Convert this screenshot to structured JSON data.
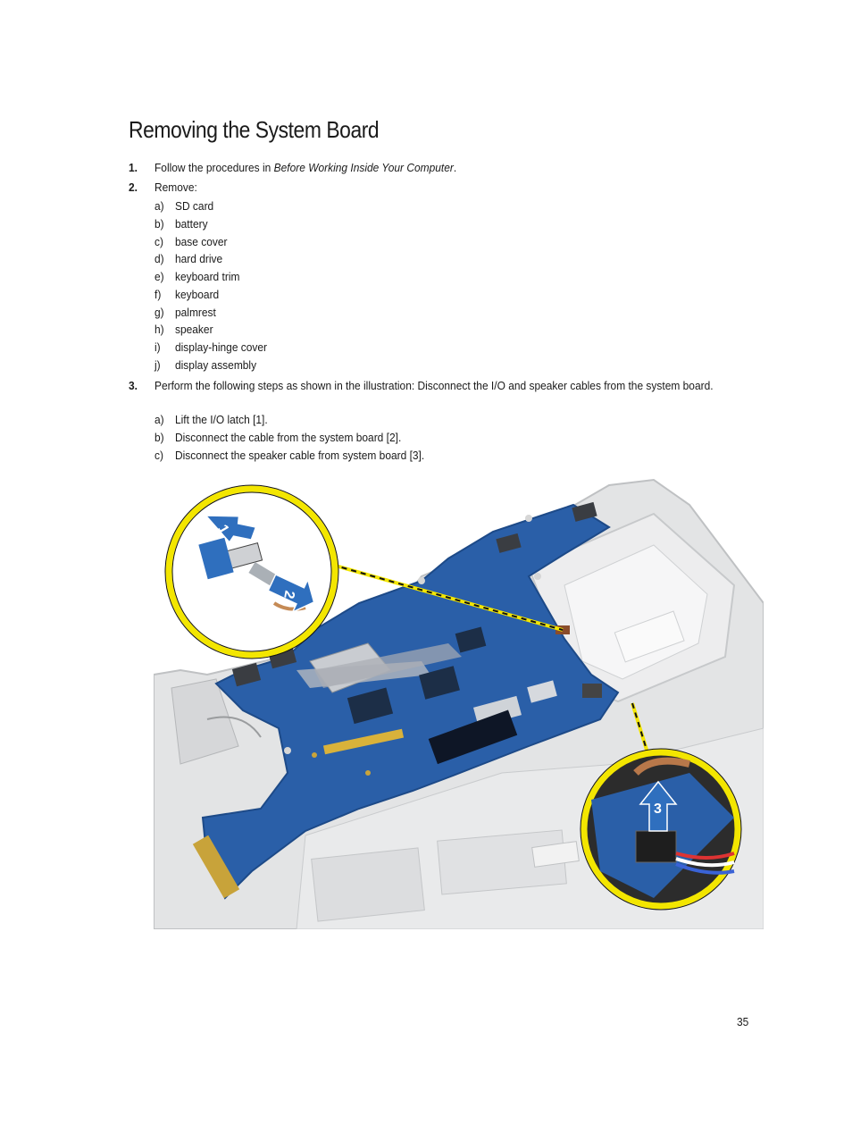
{
  "title": "Removing the System Board",
  "steps": [
    {
      "num": "1.",
      "pre": "Follow the procedures in ",
      "link": "Before Working Inside Your Computer",
      "post": "."
    },
    {
      "num": "2.",
      "text": "Remove:"
    },
    {
      "num": "3.",
      "text": "Perform the following steps as shown in the illustration: Disconnect the I/O and speaker cables from the system board."
    }
  ],
  "remove_items": [
    {
      "letter": "a)",
      "text": "SD card"
    },
    {
      "letter": "b)",
      "text": "battery"
    },
    {
      "letter": "c)",
      "text": "base cover"
    },
    {
      "letter": "d)",
      "text": "hard drive"
    },
    {
      "letter": "e)",
      "text": "keyboard trim"
    },
    {
      "letter": "f)",
      "text": "keyboard"
    },
    {
      "letter": "g)",
      "text": "palmrest"
    },
    {
      "letter": "h)",
      "text": "speaker"
    },
    {
      "letter": "i)",
      "text": "display-hinge cover"
    },
    {
      "letter": "j)",
      "text": "display assembly"
    }
  ],
  "substeps": [
    {
      "letter": "a)",
      "text": "Lift the I/O latch [1]."
    },
    {
      "letter": "b)",
      "text": "Disconnect the cable from the system board [2]."
    },
    {
      "letter": "c)",
      "text": "Disconnect the speaker cable from system board [3]."
    }
  ],
  "callouts": {
    "one": "1",
    "two": "2",
    "three": "3"
  },
  "page_number": "35",
  "colors": {
    "board": "#2a5fa8",
    "callout_ring": "#f3e600",
    "arrow": "#2f6fbe",
    "chassis": "#d4d6d8"
  }
}
